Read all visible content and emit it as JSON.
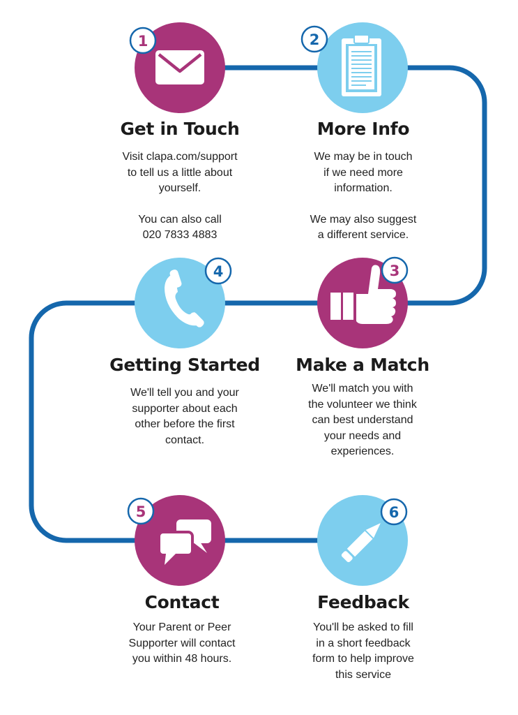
{
  "colors": {
    "path_blue": "#1567AC",
    "magenta": "#A83479",
    "sky": "#7DCEEE",
    "badge_ring": "#1567AC",
    "badge_fill": "#FFFFFF"
  },
  "steps": [
    {
      "number": "1",
      "title": "Get in Touch",
      "icon": "envelope-icon",
      "circle_color": "magenta",
      "number_color": "#A83479",
      "lines": [
        "Visit clapa.com/support",
        "to tell us a little about",
        "yourself.",
        "",
        "You can also call",
        "020 7833 4883"
      ]
    },
    {
      "number": "2",
      "title": "More Info",
      "icon": "clipboard-icon",
      "circle_color": "sky",
      "number_color": "#1567AC",
      "lines": [
        "We may be in touch",
        "if we need more",
        "information.",
        "",
        "We may also suggest",
        "a different service."
      ]
    },
    {
      "number": "3",
      "title": "Make a Match",
      "icon": "thumbs-up-icon",
      "circle_color": "magenta",
      "number_color": "#A83479",
      "lines": [
        "We'll match you with",
        "the volunteer we think",
        "can best understand",
        "your needs and",
        "experiences."
      ]
    },
    {
      "number": "4",
      "title": "Getting Started",
      "icon": "phone-icon",
      "circle_color": "sky",
      "number_color": "#1567AC",
      "lines": [
        "We'll tell you and your",
        "supporter about each",
        "other before the first",
        "contact."
      ]
    },
    {
      "number": "5",
      "title": "Contact",
      "icon": "chat-bubbles-icon",
      "circle_color": "magenta",
      "number_color": "#A83479",
      "lines": [
        "Your Parent or Peer",
        "Supporter will contact",
        "you within 48 hours."
      ]
    },
    {
      "number": "6",
      "title": "Feedback",
      "icon": "pencil-icon",
      "circle_color": "sky",
      "number_color": "#1567AC",
      "lines": [
        "You'll be asked to fill",
        "in a short feedback",
        "form to help improve",
        "this service"
      ]
    }
  ]
}
